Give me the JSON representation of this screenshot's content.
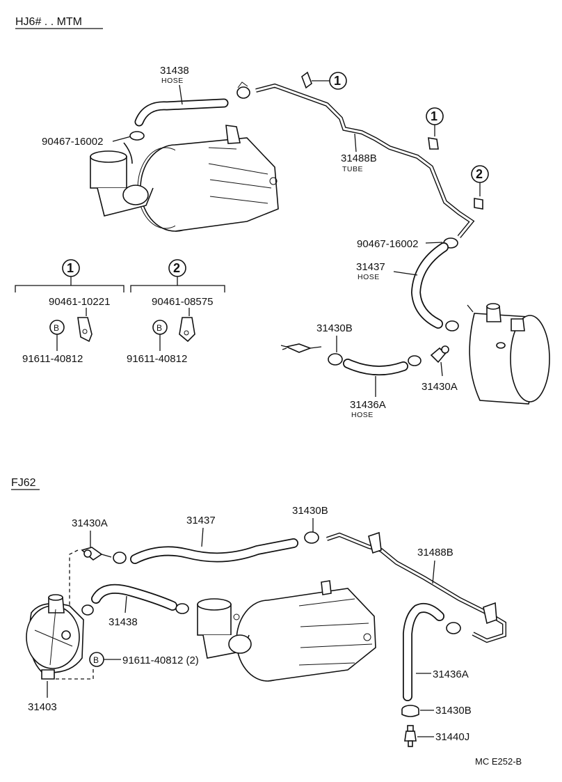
{
  "sections": {
    "top": {
      "header": "HJ6# . . MTM",
      "labels": {
        "hose_31438": "31438",
        "hose_31438_sub": "HOSE",
        "clamp_upper_left": "90467-16002",
        "tube_31488b": "31488B",
        "tube_31488b_sub": "TUBE",
        "clamp_right": "90467-16002",
        "hose_31437": "31437",
        "hose_31437_sub": "HOSE",
        "clamp_31430b": "31430B",
        "check_valve_31430a": "31430A",
        "hose_31436a": "31436A",
        "hose_31436a_sub": "HOSE"
      },
      "callouts": [
        "1",
        "1",
        "2"
      ],
      "kits": [
        {
          "num": "1",
          "bracket": "90461-10221",
          "bolt_mark": "B",
          "bolt": "91611-40812"
        },
        {
          "num": "2",
          "bracket": "90461-08575",
          "bolt_mark": "B",
          "bolt": "91611-40812"
        }
      ]
    },
    "bottom": {
      "header": "FJ62",
      "labels": {
        "check_valve_31430a": "31430A",
        "hose_31437": "31437",
        "clamp_31430b_top": "31430B",
        "tube_31488b": "31488B",
        "hose_31438": "31438",
        "bolt_mark": "B",
        "bolt": "91611-40812 (2)",
        "tank_31403": "31403",
        "hose_31436a": "31436A",
        "clamp_31430b_bottom": "31430B",
        "valve_31440j": "31440J"
      }
    },
    "footer": "MC  E252-B"
  }
}
